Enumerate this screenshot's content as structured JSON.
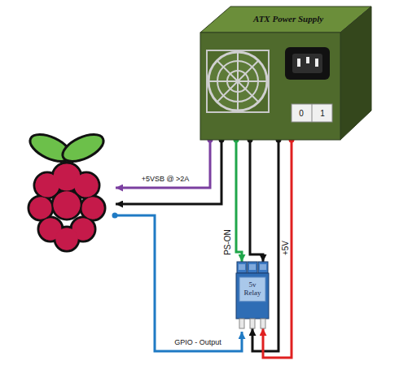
{
  "diagram": {
    "nodes": [
      {
        "text": [
          "ATX Power Supply"
        ]
      },
      {
        "text": [
          "5v Relay"
        ]
      }
    ],
    "edges": [
      {
        "from": 0,
        "to": 1,
        "arrow": "to",
        "label": "PS-ON"
      },
      {
        "from": 0,
        "to": 1,
        "arrow": "to"
      },
      {
        "from": 0,
        "to": 1,
        "arrow": "to"
      },
      {
        "from": 0,
        "to": 1,
        "arrow": "to",
        "label": "+5V"
      }
    ],
    "labels": [
      "0",
      "1",
      "+5VSB @ >2A",
      "GPIO - Output"
    ]
  }
}
